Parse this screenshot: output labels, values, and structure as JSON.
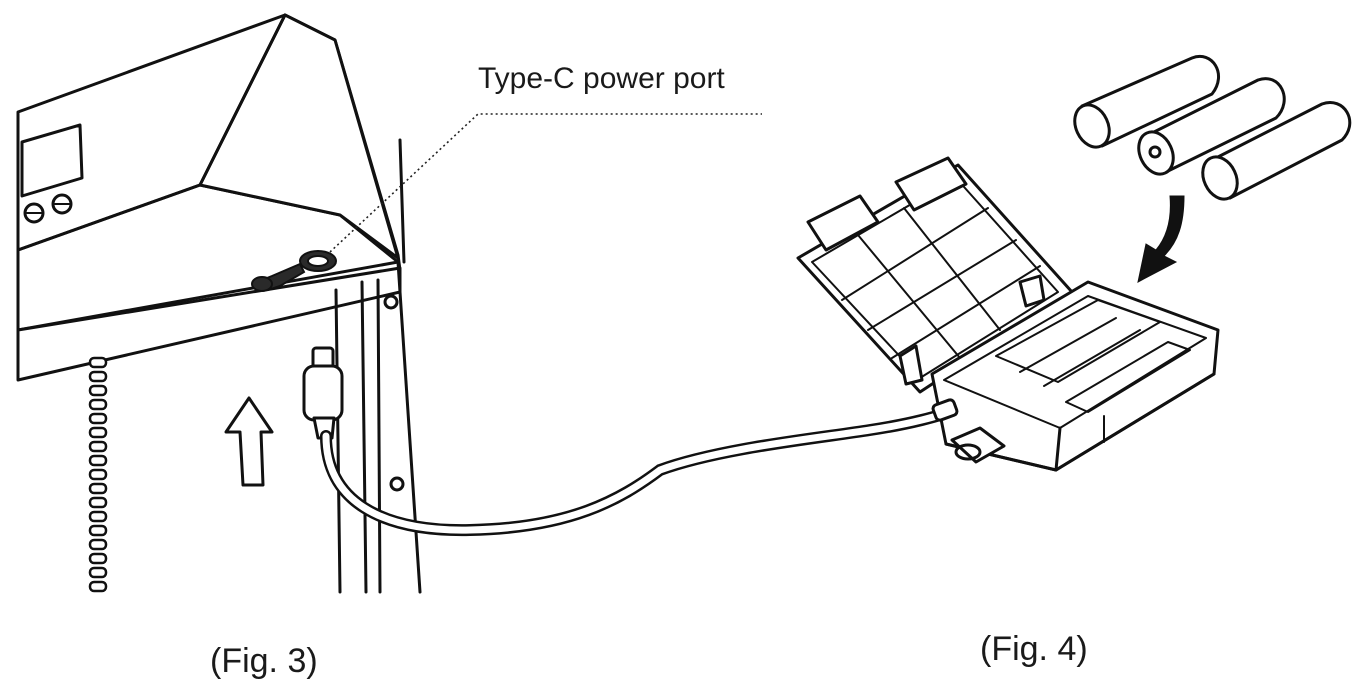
{
  "diagram": {
    "callout_label": "Type-C power port",
    "fig3_caption": "(Fig. 3)",
    "fig4_caption": "(Fig. 4)"
  },
  "colors": {
    "background": "#ffffff",
    "line": "#111111"
  }
}
